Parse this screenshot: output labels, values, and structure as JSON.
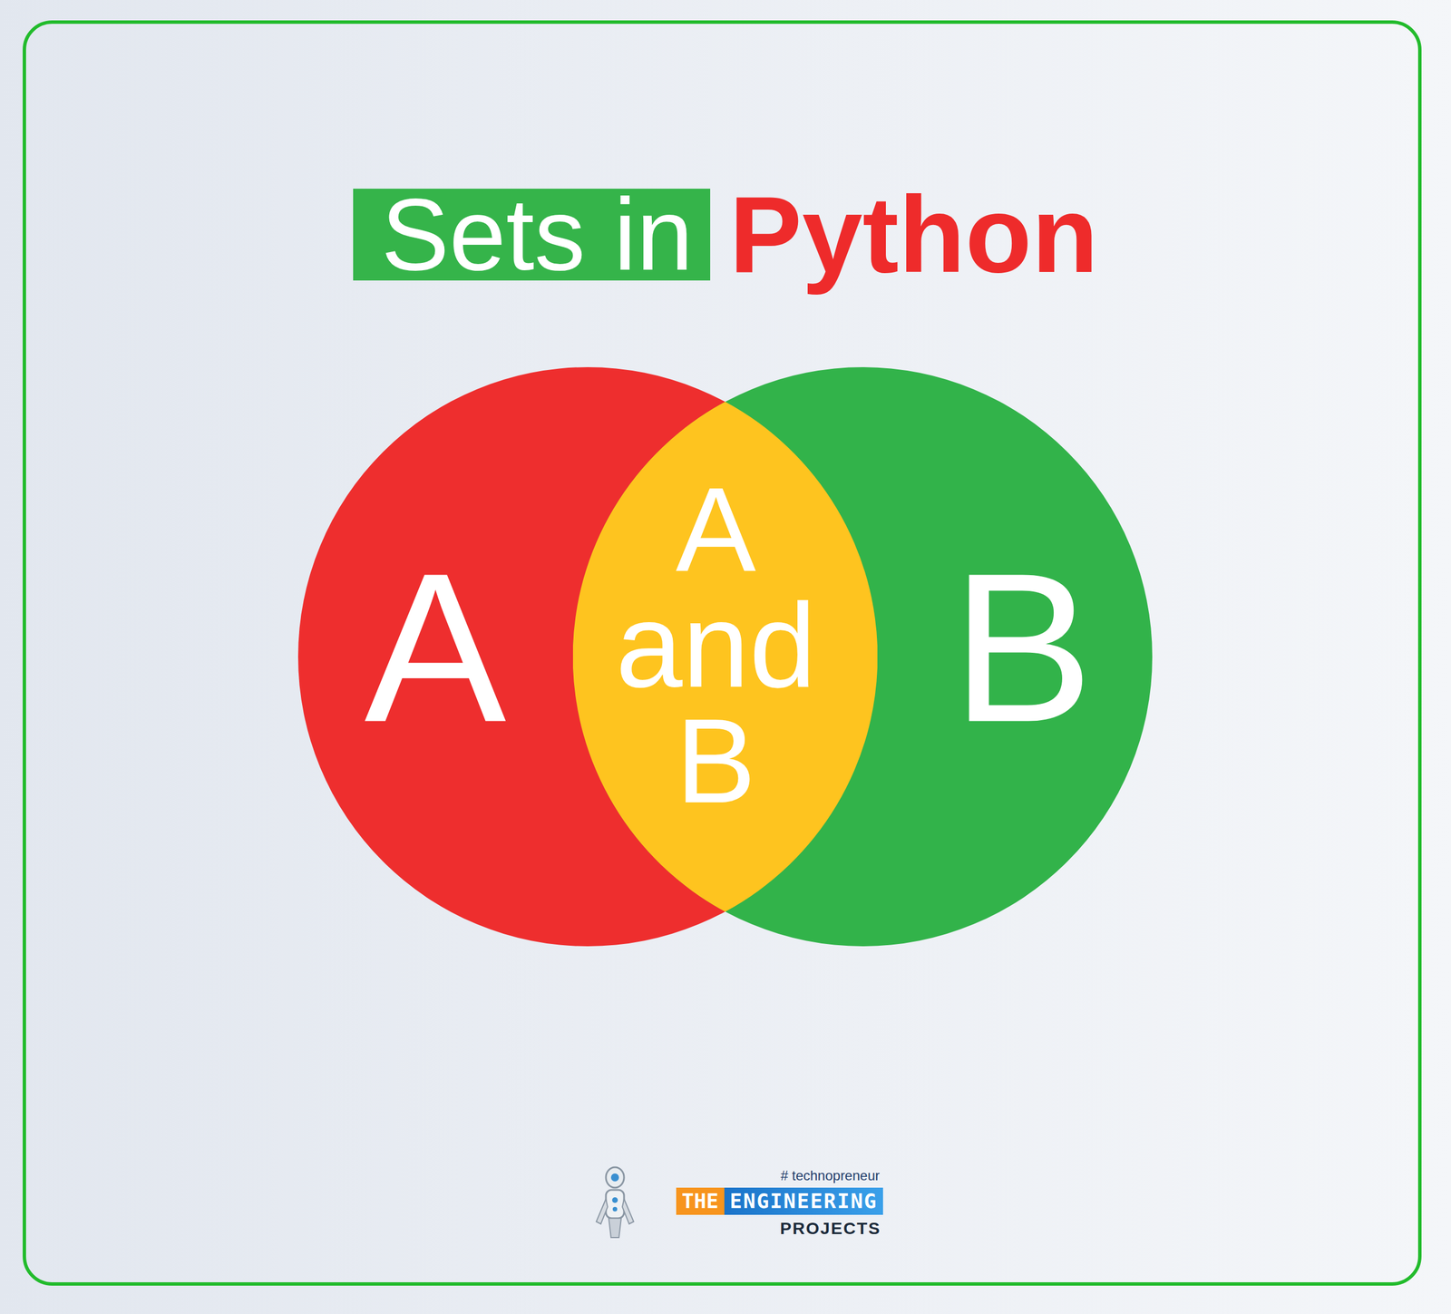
{
  "diagram": {
    "title": "Sets in",
    "nodes": [
      {
        "text": [
          "A"
        ]
      },
      {
        "text": [
          "A and B"
        ]
      },
      {
        "text": [
          "B"
        ]
      }
    ],
    "labels": [
      "Python",
      "# technopreneur",
      "THE",
      "ENGINEERING",
      "PROJECTS"
    ]
  }
}
